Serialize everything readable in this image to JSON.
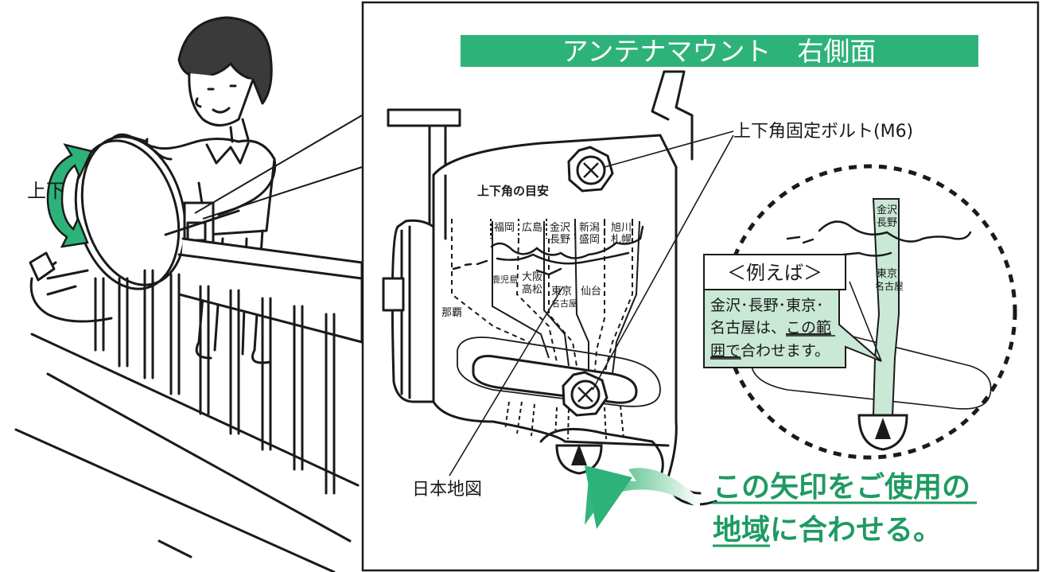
{
  "title_banner": "アンテナマウント　右側面",
  "left_scene": {
    "updown_label": "上下"
  },
  "labels": {
    "bolt": "上下角固定ボルト(M6)",
    "map": "日本地図",
    "guide_heading": "上下角の目安"
  },
  "scale_cities": {
    "top": [
      "福岡",
      "広島",
      "金沢",
      "長野",
      "新潟",
      "盛岡",
      "旭川",
      "札幌"
    ],
    "bottom": [
      "鹿児島",
      "大阪",
      "高松",
      "東京",
      "名古屋",
      "仙台"
    ],
    "far": "那覇"
  },
  "example": {
    "heading": "＜例えば＞",
    "line1": "金沢･長野･東京･",
    "line2a": "名古屋は、",
    "line2b": "この範",
    "line3a": "囲で",
    "line3b": "合わせます。",
    "band_top1": "金沢",
    "band_top2": "長野",
    "band_mid1": "東京",
    "band_mid2": "名古屋"
  },
  "instruction": {
    "line1": "この矢印をご使用の",
    "line2a": "地域",
    "line2b": "に合わせる。"
  },
  "colors": {
    "green": "#2db37a",
    "green_light": "#c9e8d6",
    "green_dark": "#1f9a63",
    "ink": "#1a1a1a"
  }
}
